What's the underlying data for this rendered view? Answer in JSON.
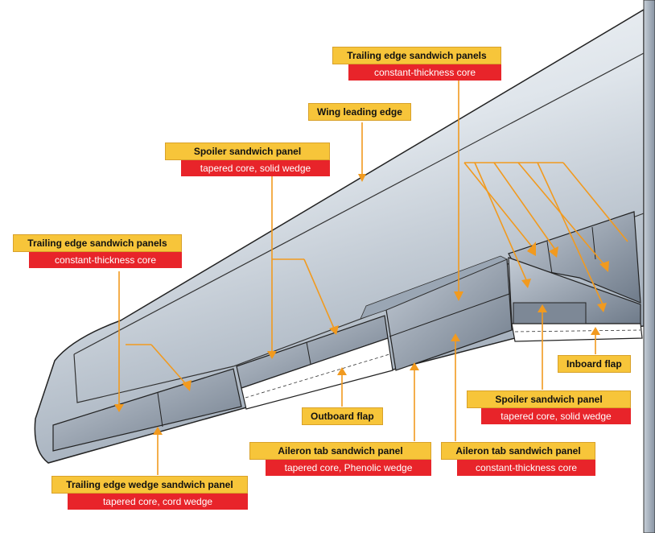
{
  "colors": {
    "callout_title_bg": "#f7c53a",
    "callout_sub_bg": "#e8242a",
    "leader_line": "#f19a1f",
    "wing_shade": "#8d99a8",
    "wing_light": "#e7ecf1"
  },
  "callouts": {
    "te_panels_top": {
      "title": "Trailing edge sandwich panels",
      "subtitle": "constant-thickness core"
    },
    "wing_leading_edge": {
      "title": "Wing leading edge"
    },
    "spoiler_top": {
      "title": "Spoiler sandwich panel",
      "subtitle": "tapered core, solid wedge"
    },
    "te_panels_left": {
      "title": "Trailing edge sandwich panels",
      "subtitle": "constant-thickness core"
    },
    "inboard_flap": {
      "title": "Inboard flap"
    },
    "spoiler_right": {
      "title": "Spoiler sandwich panel",
      "subtitle": "tapered core, solid wedge"
    },
    "outboard_flap": {
      "title": "Outboard flap"
    },
    "aileron_tab_phenolic": {
      "title": "Aileron tab sandwich panel",
      "subtitle": "tapered core, Phenolic wedge"
    },
    "aileron_tab_constant": {
      "title": "Aileron tab sandwich panel",
      "subtitle": "constant-thickness core"
    },
    "te_wedge": {
      "title": "Trailing edge wedge sandwich panel",
      "subtitle": "tapered core, cord wedge"
    }
  }
}
